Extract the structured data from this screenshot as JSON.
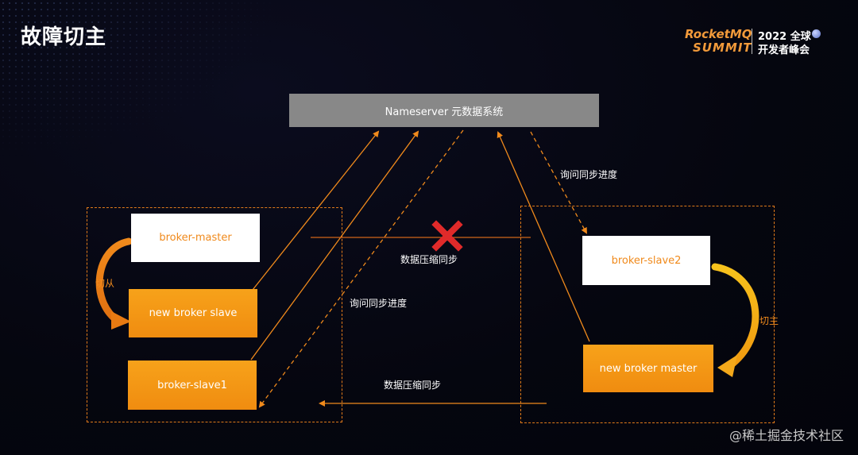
{
  "title": "故障切主",
  "logo": {
    "brand_line1": "RocketMQ",
    "brand_line2": "SUMMIT",
    "event_line1": "2022 全球",
    "event_line2": "开发者峰会"
  },
  "nodes": {
    "nameserver": "Nameserver 元数据系统",
    "broker_master": "broker-master",
    "new_broker_slave": "new broker slave",
    "broker_slave1": "broker-slave1",
    "broker_slave2": "broker-slave2",
    "new_broker_master": "new broker master"
  },
  "labels": {
    "to_slave": "切从",
    "to_master": "切主",
    "query_progress_right": "询问同步进度",
    "query_progress_left": "询问同步进度",
    "compressed_sync_top": "数据压缩同步",
    "compressed_sync_bottom": "数据压缩同步"
  },
  "watermark": "@稀土掘金技术社区",
  "colors": {
    "accent_orange": "#f08a1c",
    "arrow_yellow": "#f3b81c",
    "cross_red": "#e02a2a",
    "nameserver_gray": "#888888"
  }
}
